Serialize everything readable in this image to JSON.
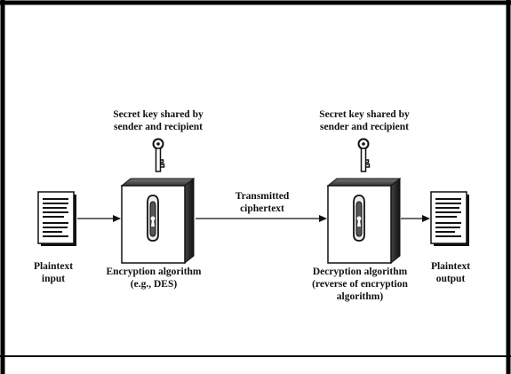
{
  "labels": {
    "key_left": [
      "Secret key shared by",
      "sender and recipient"
    ],
    "key_right": [
      "Secret key shared by",
      "sender and recipient"
    ],
    "transmitted": [
      "Transmitted",
      "ciphertext"
    ],
    "plaintext_input": [
      "Plaintext",
      "input"
    ],
    "encryption": [
      "Encryption algorithm",
      "(e.g., DES)"
    ],
    "decryption": [
      "Decryption algorithm",
      "(reverse of encryption",
      "algorithm)"
    ],
    "plaintext_output": [
      "Plaintext",
      "output"
    ]
  },
  "colors": {
    "ink": "#111111",
    "box_face": "#ffffff",
    "box_side": "#2a2a2a",
    "paper": "#ffffff"
  },
  "icons": [
    "document-icon",
    "lock-icon",
    "key-icon",
    "arrow-icon"
  ]
}
